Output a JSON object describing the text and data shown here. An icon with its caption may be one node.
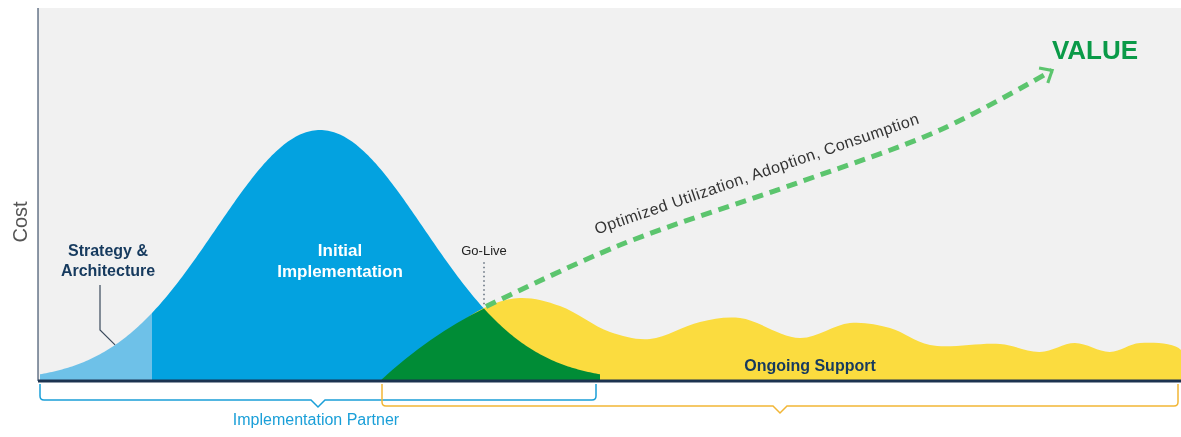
{
  "diagram": {
    "nodes": [
      {
        "text": [
          "Strategy & Architecture"
        ]
      },
      {
        "text": [],
        "shape": "area"
      },
      {
        "text": [
          "Go-Live"
        ]
      },
      {
        "text": [
          "VALUE"
        ]
      },
      {
        "text": [],
        "shape": "area"
      }
    ],
    "edges": [
      {
        "from": 0,
        "to": 1,
        "arrow": "none"
      },
      {
        "from": 2,
        "to": 4,
        "arrow": "none",
        "style": "dashed"
      },
      {
        "from": 4,
        "to": 3,
        "arrow": "to",
        "label": "Optimized Utilization, Adoption, Consumption",
        "style": "dashed",
        "color": "#5cc56e"
      }
    ],
    "labels": [
      "Cost",
      "Initial Implementation",
      "Ongoing Support",
      "Implementation Partner"
    ]
  }
}
